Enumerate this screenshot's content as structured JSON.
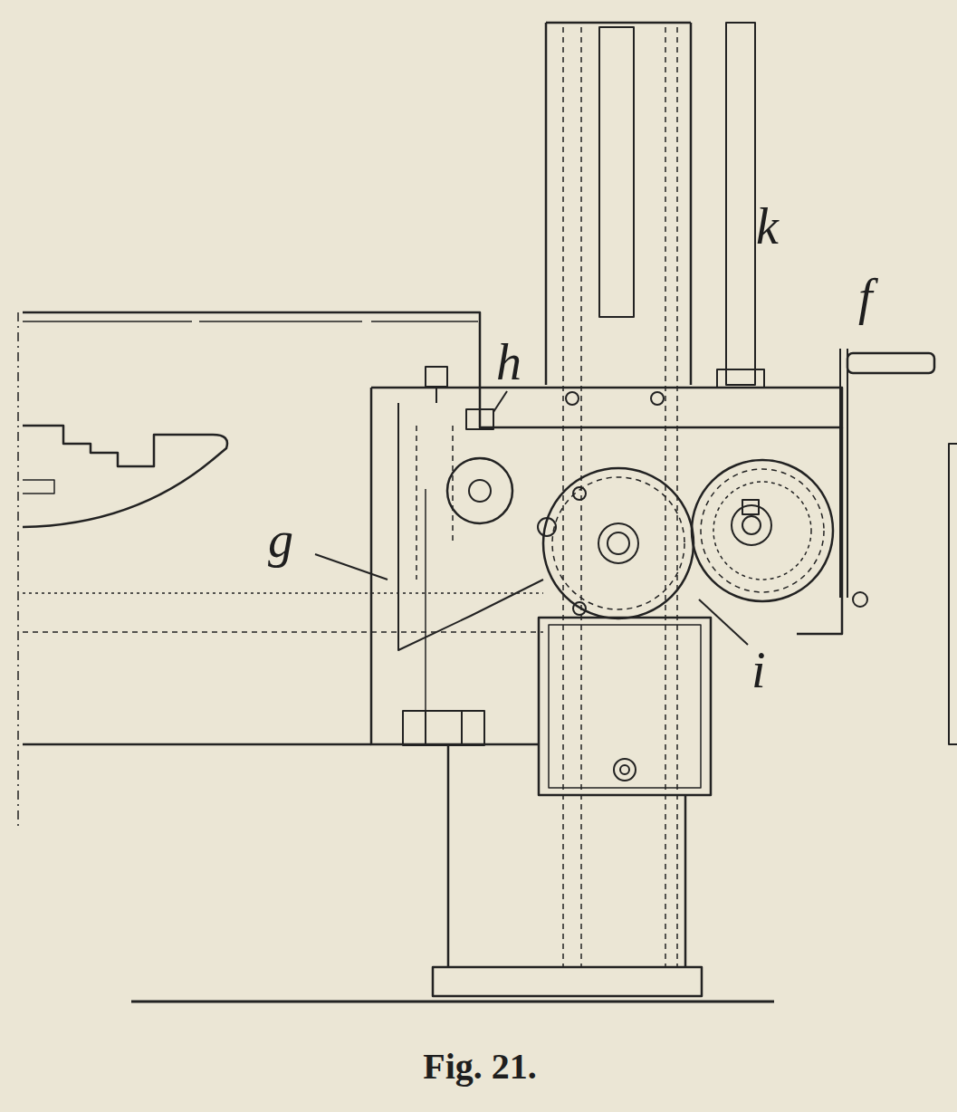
{
  "diagram": {
    "caption": "Fig. 21.",
    "labels": [
      "k",
      "f",
      "h",
      "g",
      "i"
    ]
  }
}
